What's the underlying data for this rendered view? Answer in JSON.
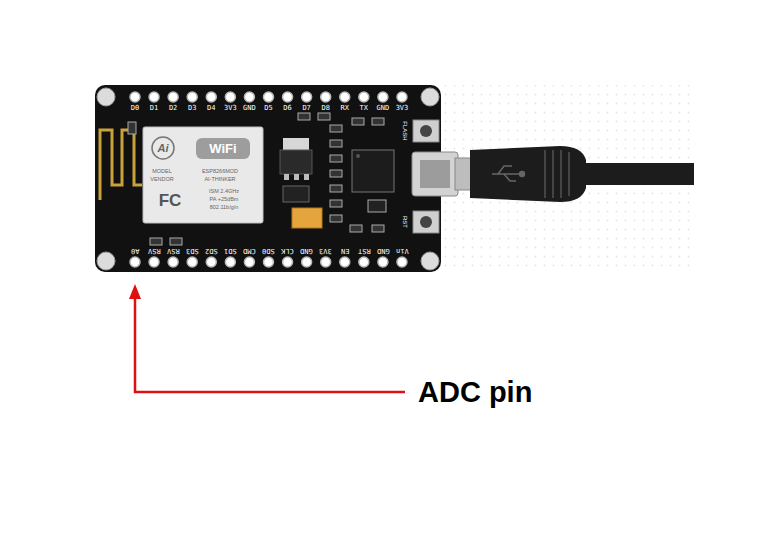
{
  "diagram": {
    "labels": [
      "D0",
      "D1",
      "D2",
      "D3",
      "D4",
      "3V3",
      "GND",
      "D5",
      "D6",
      "D7",
      "D8",
      "RX",
      "TX",
      "GND",
      "3V3",
      "A0",
      "RSV",
      "RSV",
      "SD3",
      "SD2",
      "SD1",
      "CMD",
      "SD0",
      "CLK",
      "GND",
      "3V3",
      "EN",
      "RST",
      "GND",
      "Vin",
      "Ai",
      "WiFi",
      "MODEL",
      "ESP8266MOD",
      "VENDOR",
      "AI-THINKER",
      "FC",
      "ISM 2.4GHz",
      "PA +25dBm",
      "802.11b/g/n",
      "FLASH",
      "RST",
      "ADC pin"
    ]
  }
}
